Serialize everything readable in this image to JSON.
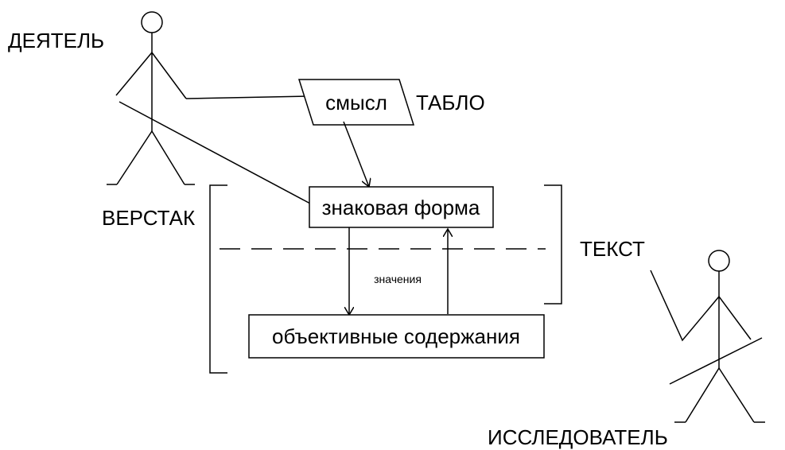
{
  "labels": {
    "actor_top": "ДЕЯТЕЛЬ",
    "tablo": "ТАБЛО",
    "workbench": "ВЕРСТАК",
    "text": "ТЕКСТ",
    "actor_bottom": "ИССЛЕДОВАТЕЛЬ"
  },
  "nodes": {
    "meaning": "смысл",
    "sign_form": "знаковая форма",
    "objective_contents": "объективные содержания"
  },
  "edge_labels": {
    "values": "значения"
  }
}
